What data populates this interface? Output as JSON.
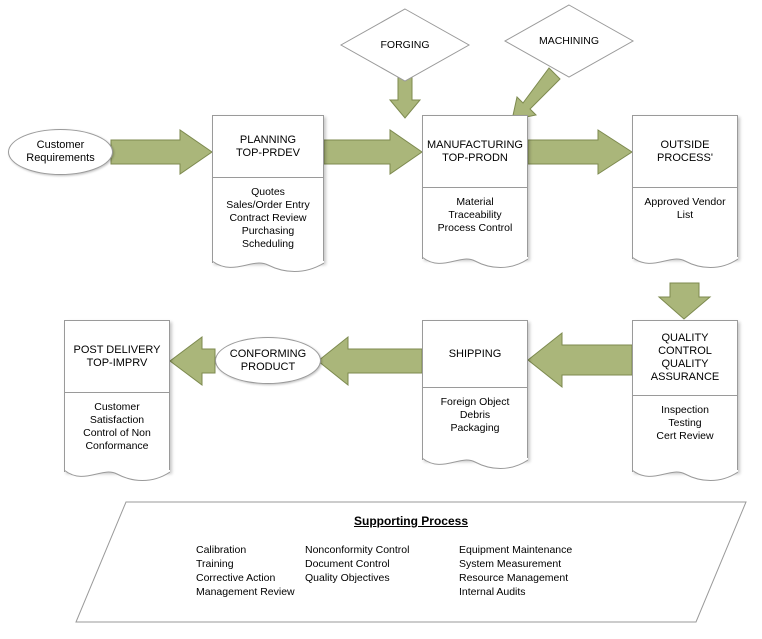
{
  "diagram": {
    "colors": {
      "arrow_fill": "#aab67a",
      "arrow_stroke": "#7d8a4f",
      "box_stroke": "#9a9a9a",
      "box_fill": "#ffffff",
      "text": "#000000"
    },
    "nodes": {
      "customer_requirements": {
        "label": "Customer\nRequirements"
      },
      "planning": {
        "title": "PLANNING\nTOP-PRDEV",
        "items": "Quotes\nSales/Order Entry\nContract Review\nPurchasing\nScheduling"
      },
      "manufacturing": {
        "title": "MANUFACTURING\nTOP-PRODN",
        "items": "Material\nTraceability\nProcess Control"
      },
      "outside_process": {
        "title": "OUTSIDE PROCESS'",
        "items": "Approved Vendor\nList"
      },
      "forging": {
        "label": "FORGING"
      },
      "machining": {
        "label": "MACHINING"
      },
      "quality_control": {
        "title": "QUALITY CONTROL\nQUALITY\nASSURANCE",
        "items": "Inspection\nTesting\nCert Review"
      },
      "shipping": {
        "title": "SHIPPING",
        "items": "Foreign Object\nDebris\nPackaging"
      },
      "conforming_product": {
        "label": "CONFORMING\nPRODUCT"
      },
      "post_delivery": {
        "title": "POST DELIVERY\nTOP-IMPRV",
        "items": "Customer\nSatisfaction\nControl of Non\nConformance"
      }
    },
    "supporting_process": {
      "title": "Supporting Process",
      "columns": [
        "Calibration\nTraining\nCorrective Action\nManagement Review",
        "Nonconformity Control\nDocument Control\nQuality Objectives",
        "Equipment Maintenance\nSystem Measurement\nResource Management\nInternal Audits"
      ]
    }
  }
}
